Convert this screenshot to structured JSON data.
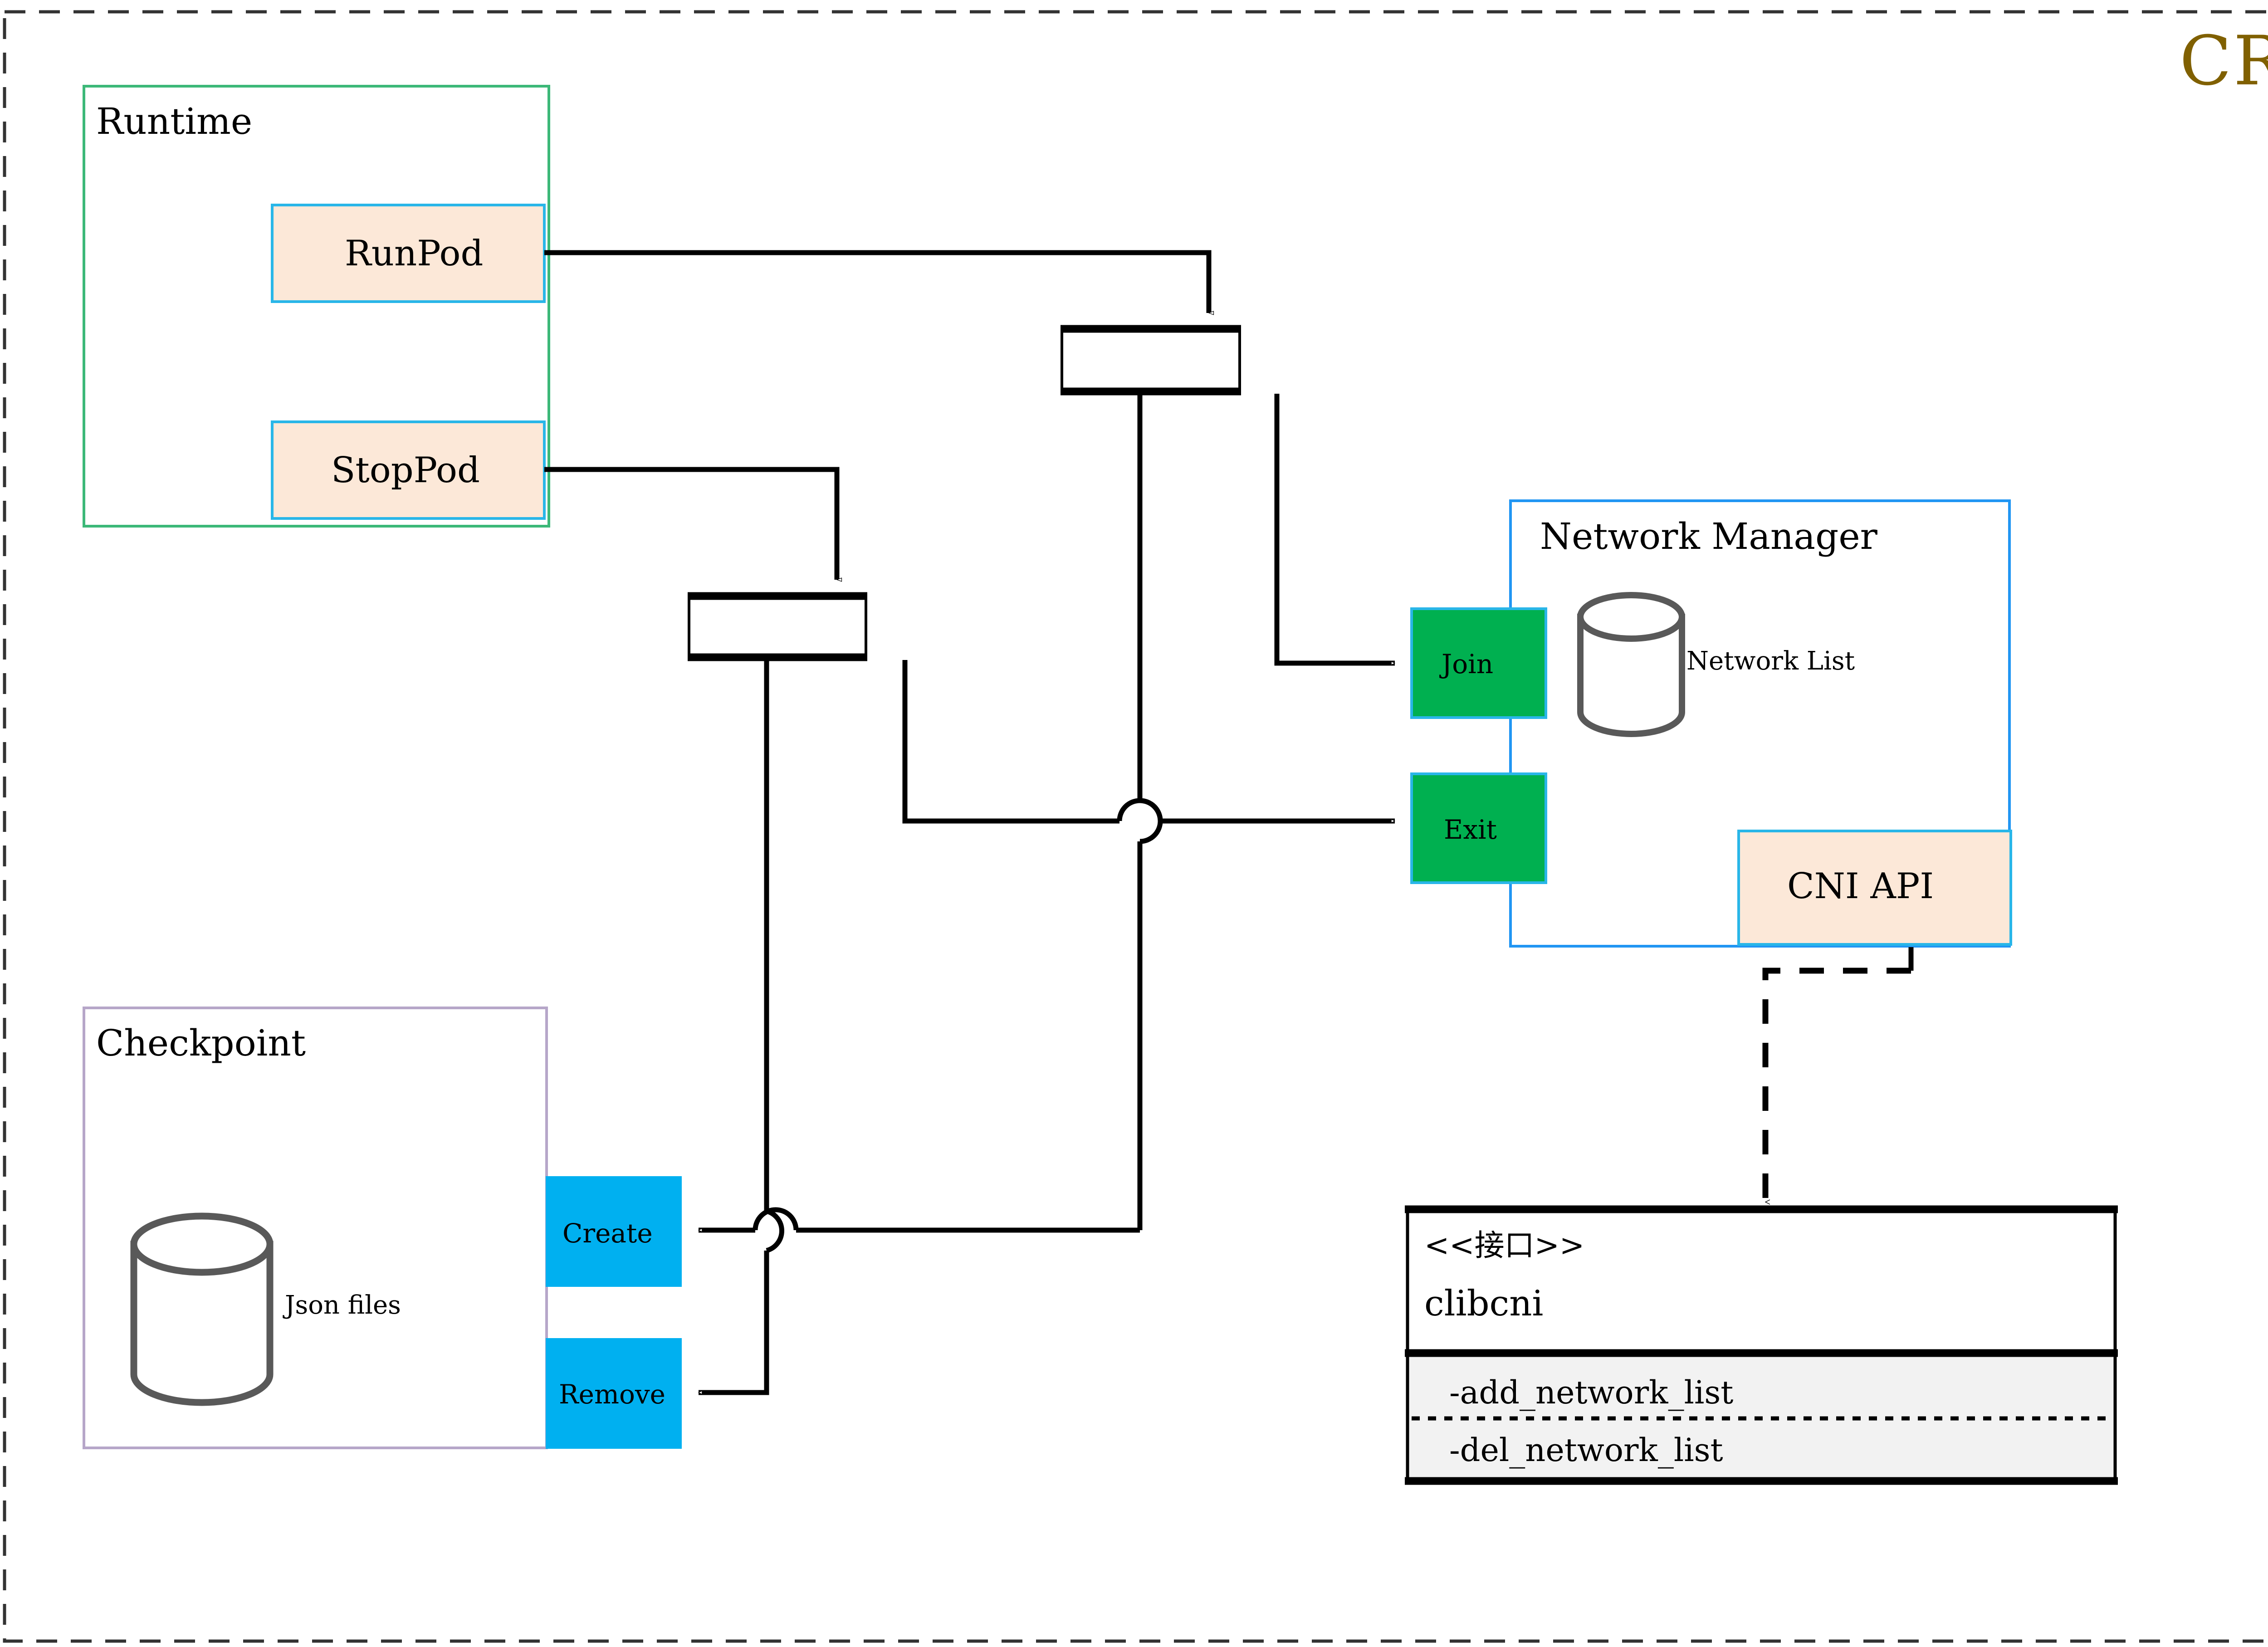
{
  "diagram": {
    "title": "CRI",
    "title_color": "#806000",
    "outer_border": "dashed"
  },
  "groups": [
    {
      "name": "runtime-group",
      "label": "Runtime",
      "border_color": "#3cb878",
      "fill": "#ffffff"
    },
    {
      "name": "checkpoint-group",
      "label": "Checkpoint",
      "border_color": "#b6a6c9",
      "fill": "#ffffff"
    },
    {
      "name": "network-manager-group",
      "label": "Network Manager",
      "border_color": "#2196f3",
      "fill": "#ffffff"
    }
  ],
  "runtime": {
    "label": "Runtime",
    "operations": [
      {
        "label": "RunPod",
        "fill": "#fce8d8",
        "border": "#29b6e8"
      },
      {
        "label": "StopPod",
        "fill": "#fce8d8",
        "border": "#29b6e8"
      }
    ]
  },
  "checkpoint": {
    "label": "Checkpoint",
    "store_label": "Json files",
    "store_color": "#595959",
    "operations": [
      {
        "label": "Create",
        "fill": "#00b0f0",
        "border": "#00b0f0"
      },
      {
        "label": "Remove",
        "fill": "#00b0f0",
        "border": "#00b0f0"
      }
    ]
  },
  "network_manager": {
    "label": "Network Manager",
    "store_label": "Network List",
    "store_color": "#595959",
    "ports": [
      {
        "label": "Join",
        "fill": "#00b050",
        "border": "#29b6e8"
      },
      {
        "label": "Exit",
        "fill": "#00b050",
        "border": "#29b6e8"
      }
    ],
    "api": {
      "label": "CNI API",
      "fill": "#fce8d8",
      "border": "#29b6e8"
    }
  },
  "interface": {
    "stereotype": "<<接口>>",
    "name": "clibcni",
    "methods": [
      "-add_network_list",
      "-del_network_list"
    ],
    "methods_fill": "#f2f2f2",
    "border": "#000000"
  },
  "fork_bars": [
    {
      "name": "fork-bar-stoppod"
    },
    {
      "name": "fork-bar-runpod"
    }
  ],
  "connector_style": {
    "line_color": "#000000",
    "arrow": "hollow-triangle",
    "realization": "dashed-open-arrow"
  }
}
